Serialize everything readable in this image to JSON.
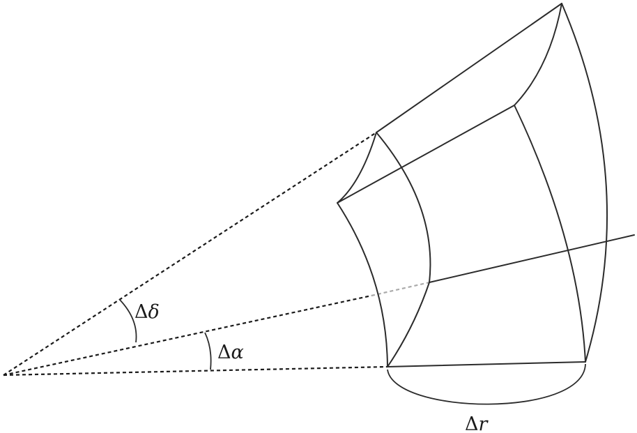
{
  "labels": {
    "delta_delta": {
      "symbol": "Δ",
      "var": "δ"
    },
    "delta_alpha": {
      "symbol": "Δ",
      "var": "α"
    },
    "delta_r": {
      "symbol": "Δ",
      "var": "r"
    }
  },
  "colors": {
    "line": "#2b2b2b",
    "dashed": "#1a1a1a",
    "hidden_edge": "#aaaaaa",
    "background": "#ffffff"
  }
}
